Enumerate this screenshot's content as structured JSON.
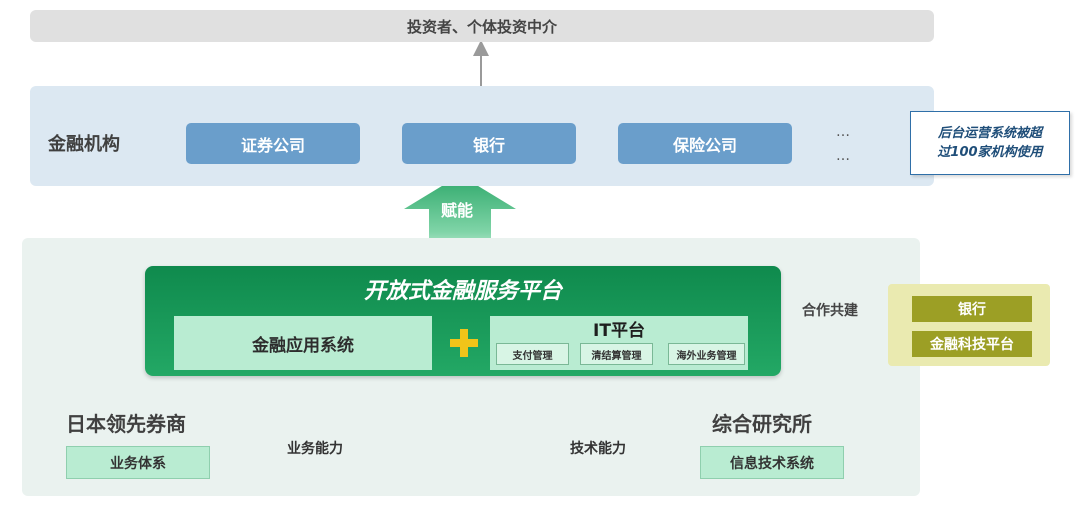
{
  "investors_bar": {
    "label": "投资者、个体投资中介"
  },
  "financial_institutions": {
    "title": "金融机构",
    "items": [
      "证券公司",
      "银行",
      "保险公司"
    ],
    "ellipsis_top": "…",
    "ellipsis_bottom": "…",
    "callout_line1": "后台运营系统被超",
    "callout_line2": "过100家机构使用"
  },
  "empower": {
    "label": "赋能"
  },
  "platform": {
    "title": "开放式金融服务平台",
    "app_system": "金融应用系统",
    "it_platform": {
      "title": "IT平台",
      "items": [
        "支付管理",
        "清结算管理",
        "海外业务管理"
      ]
    }
  },
  "partnership": {
    "label": "合作共建",
    "partners": [
      "银行",
      "金融科技平台"
    ]
  },
  "broker": {
    "title": "日本领先券商",
    "box": "业务体系",
    "capability": "业务能力"
  },
  "research": {
    "title": "综合研究所",
    "box": "信息技术系统",
    "capability": "技术能力"
  },
  "colors": {
    "inst_bg": "#dce8f2",
    "inst_box": "#6a9ecb",
    "platform_green": "#1e9e5f",
    "mint": "#b9ecd2",
    "partner_bg": "#eaeab0",
    "partner_box": "#9c9f25",
    "callout_text": "#1f4e79",
    "plus": "#f0c419"
  }
}
